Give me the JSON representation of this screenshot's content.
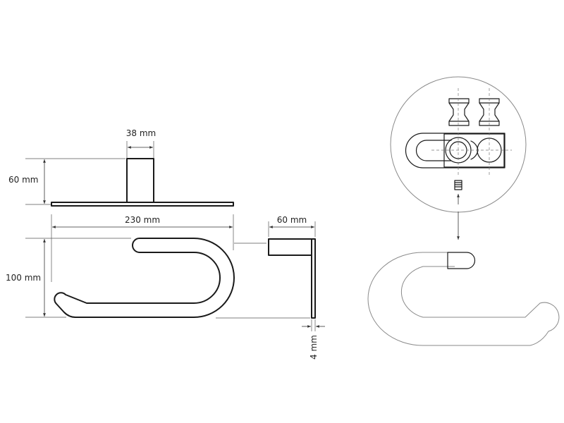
{
  "dimensions": {
    "post_width": "38 mm",
    "post_height": "60 mm",
    "base_width": "230 mm",
    "hook_height": "100 mm",
    "side_depth": "60 mm",
    "plate_thickness": "4 mm"
  }
}
